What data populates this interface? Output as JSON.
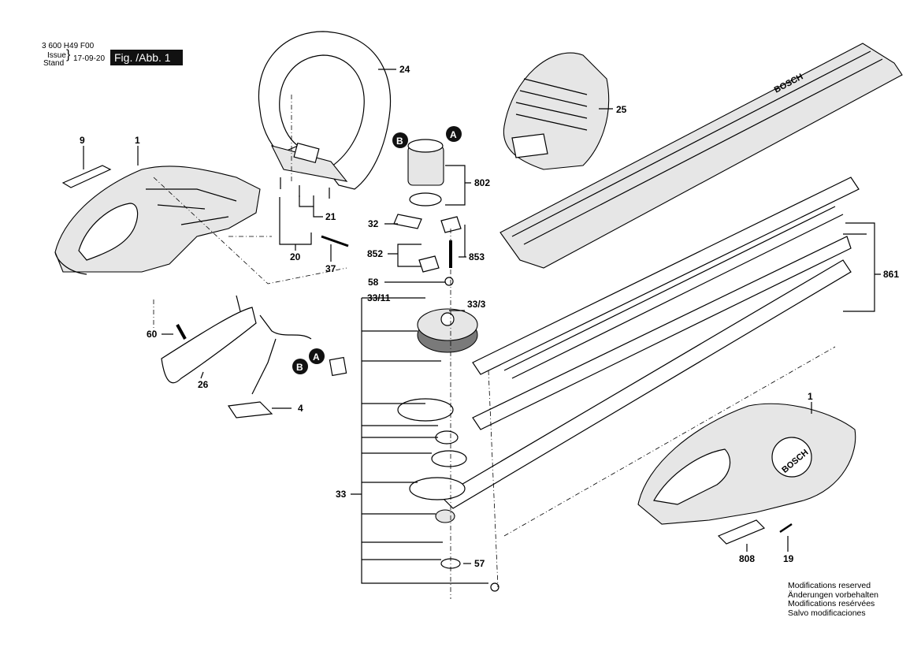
{
  "header": {
    "doc_number": "3 600 H49 F00",
    "issue_label": "Issue",
    "stand_label": "Stand",
    "date": "17-09-20",
    "figure_label": "Fig. /Abb. 1"
  },
  "callouts": {
    "A": "A",
    "B": "B"
  },
  "parts": [
    {
      "label": "24"
    },
    {
      "label": "25"
    },
    {
      "label": "9"
    },
    {
      "label": "1"
    },
    {
      "label": "802"
    },
    {
      "label": "21"
    },
    {
      "label": "20"
    },
    {
      "label": "37"
    },
    {
      "label": "32"
    },
    {
      "label": "852"
    },
    {
      "label": "853"
    },
    {
      "label": "58"
    },
    {
      "label": "33/11"
    },
    {
      "label": "33/3"
    },
    {
      "label": "861"
    },
    {
      "label": "60"
    },
    {
      "label": "26"
    },
    {
      "label": "4"
    },
    {
      "label": "33"
    },
    {
      "label": "57"
    },
    {
      "label": "1"
    },
    {
      "label": "808"
    },
    {
      "label": "19"
    }
  ],
  "brand_text": "BOSCH",
  "notes": [
    "Modifications reserved",
    "Änderungen vorbehalten",
    "Modifications resérvées",
    "Salvo modificaciones"
  ]
}
